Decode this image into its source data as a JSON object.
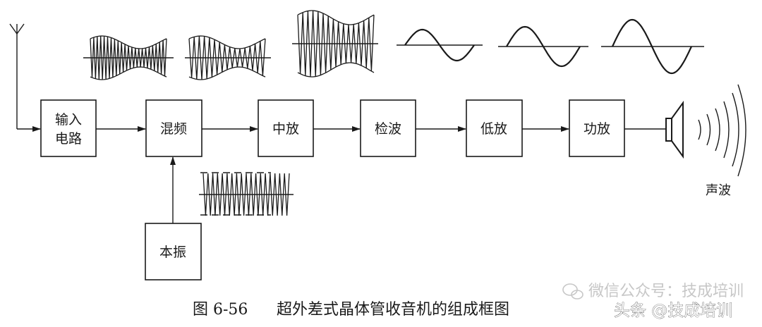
{
  "blocks": {
    "input": {
      "line1": "输入",
      "line2": "电路"
    },
    "mixer": "混频",
    "if_amp": "中放",
    "detector": "检波",
    "low_amp": "低放",
    "power_amp": "功放",
    "local_osc": "本振"
  },
  "speaker_output_label": "声波",
  "caption": {
    "number": "图 6-56",
    "title": "超外差式晶体管收音机的组成框图"
  },
  "watermarks": {
    "wechat": "微信公众号：技成培训",
    "toutiao": "头条 @技成培训"
  },
  "colors": {
    "ink": "#1a1a1a",
    "background": "#ffffff",
    "watermark_faint": "#c7c7c7"
  },
  "icons": [
    "antenna-icon",
    "speaker-icon",
    "wechat-logo-icon"
  ]
}
